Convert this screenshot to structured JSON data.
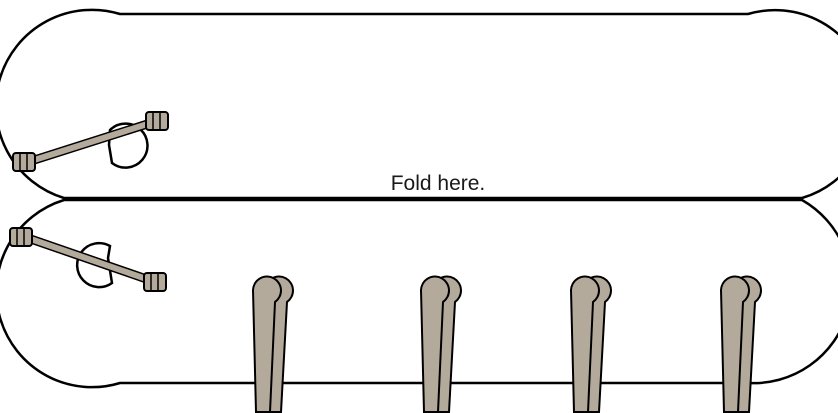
{
  "fold_label": "Fold here.",
  "colors": {
    "outline": "#000000",
    "tie": "#b3aa9c",
    "clip": "#b3aa9c",
    "background": "#ffffff"
  },
  "parts": {
    "top_flap": "rounded-rectangle-flap",
    "bottom_flap": "rounded-rectangle-flap",
    "fold_line": "dashed",
    "notches": 2,
    "ties": 2,
    "clips": 4
  }
}
